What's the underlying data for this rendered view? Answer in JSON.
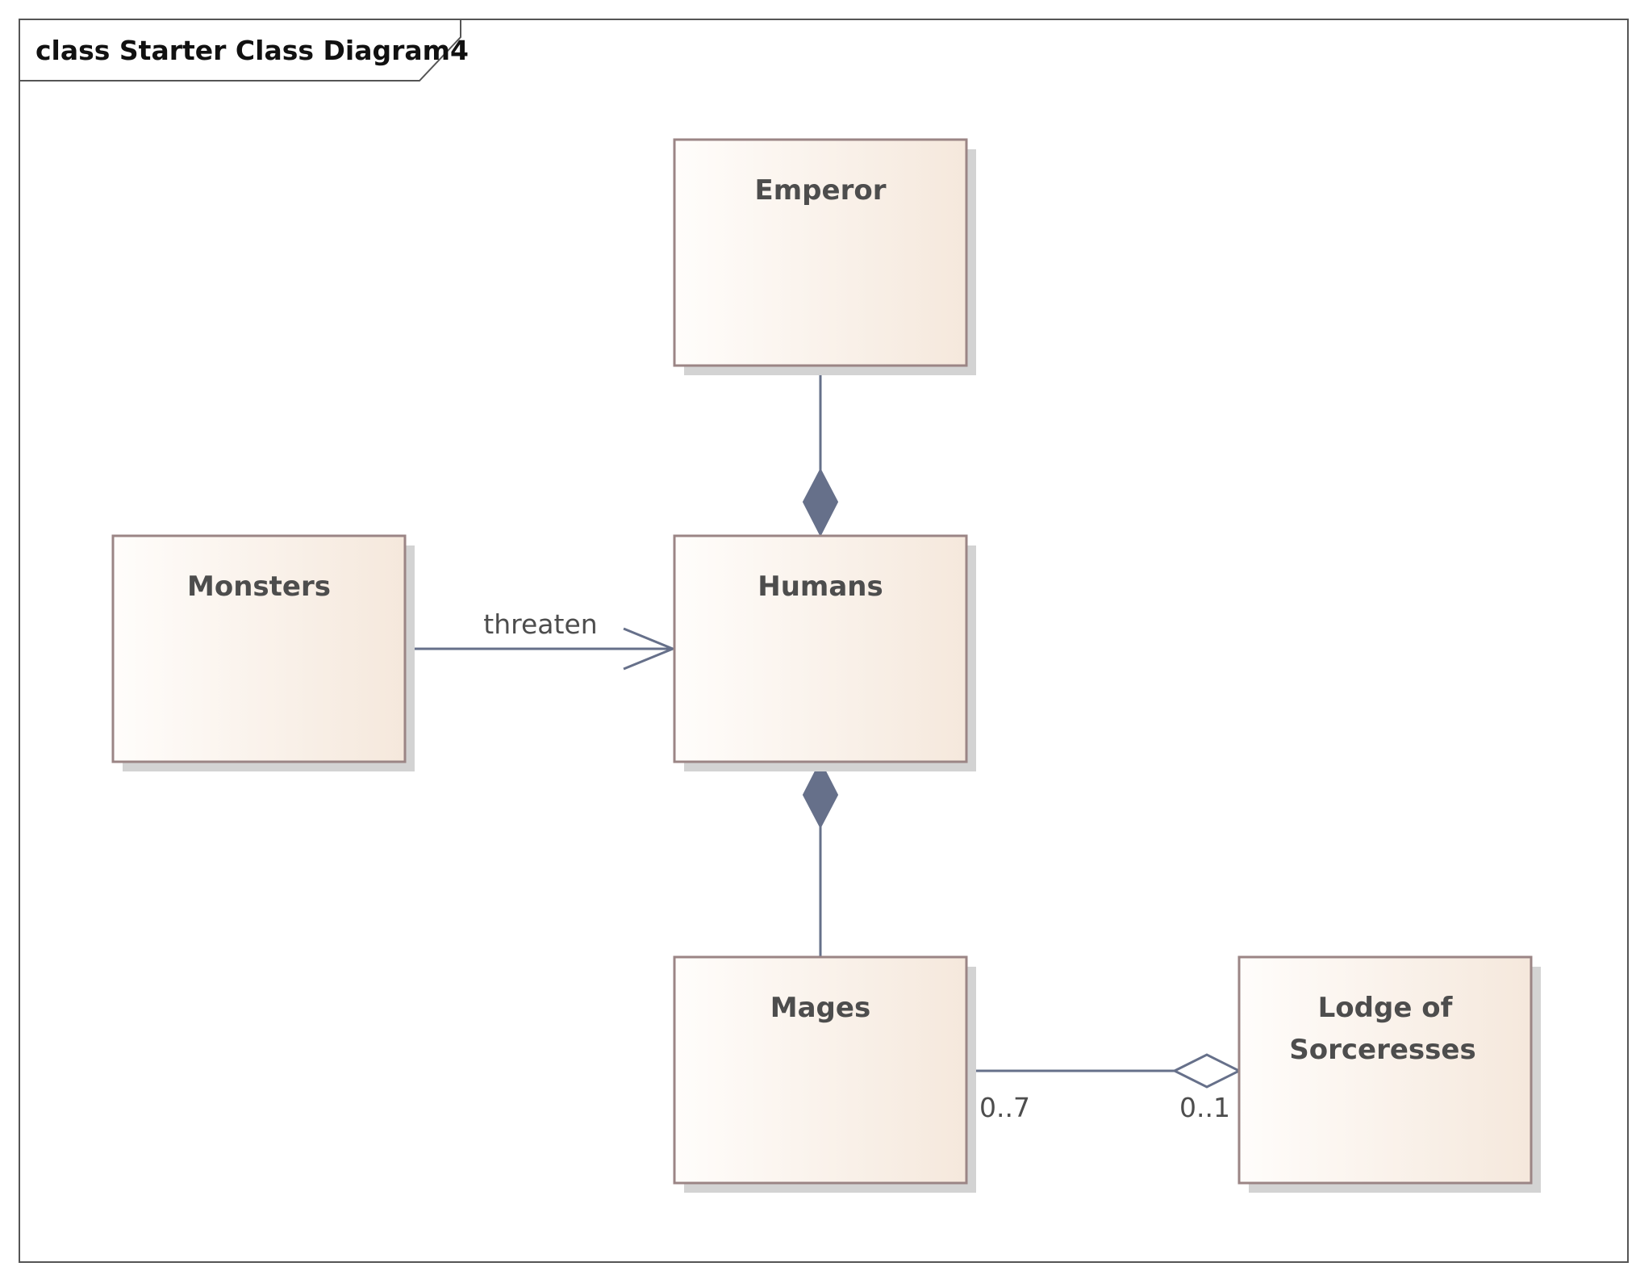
{
  "frame": {
    "title": "class Starter Class Diagram4"
  },
  "classes": {
    "emperor": {
      "name": "Emperor"
    },
    "monsters": {
      "name": "Monsters"
    },
    "humans": {
      "name": "Humans"
    },
    "mages": {
      "name": "Mages"
    },
    "lodge": {
      "name_lines": [
        "Lodge of",
        "Sorceresses"
      ]
    }
  },
  "connectors": {
    "monsters_humans": {
      "label": "threaten",
      "type": "directed-association"
    },
    "emperor_humans": {
      "type": "composition"
    },
    "mages_humans": {
      "type": "composition"
    },
    "mages_lodge": {
      "type": "aggregation",
      "source_multiplicity": "0..7",
      "target_multiplicity": "0..1"
    }
  },
  "colors": {
    "box_fill_light": "#fffdfb",
    "box_fill_dark": "#f5e8dc",
    "box_border": "#9b8585",
    "connector": "#66708a",
    "shadow": "#d3d3d3"
  }
}
